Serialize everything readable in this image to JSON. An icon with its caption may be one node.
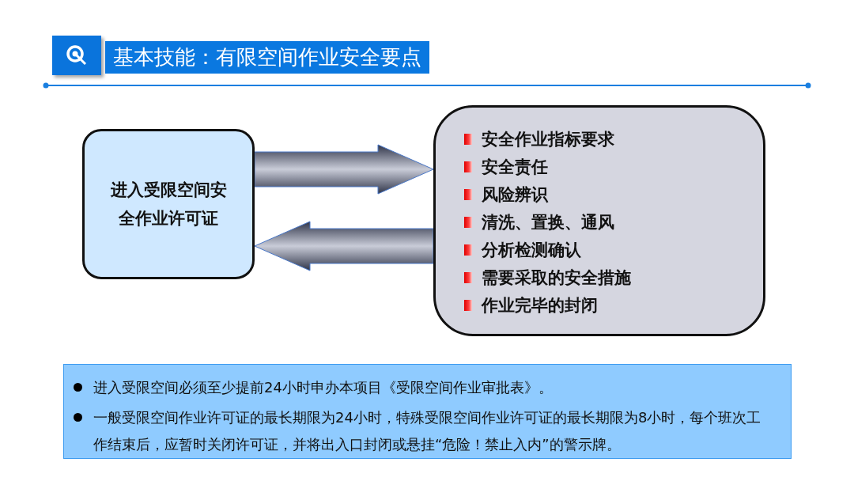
{
  "diagram": {
    "title": "基本技能：有限空间作业安全要点",
    "nodes": [
      {
        "text": [
          "进入受限空间安全作业许可证"
        ]
      },
      {
        "text": [
          "安全作业指标要求",
          "安全责任",
          "风险辨识",
          "清洗、置换、通风",
          "分析检测确认",
          "需要采取的安全措施",
          "作业完毕的封闭"
        ]
      },
      {
        "text": [
          "进入受限空间必须至少提前24小时申办本项目《受限空间作业审批表》。",
          "一般受限空间作业许可证的最长期限为24小时，特殊受限空间作业许可证的最长期限为8小时，每个班次工作结束后，应暂时关闭许可证，并将出入口封闭或悬挂“危险！禁止入内”的警示牌。"
        ]
      }
    ],
    "edges": [
      {
        "from": 0,
        "to": 1,
        "arrow": "to"
      },
      {
        "from": 1,
        "to": 0,
        "arrow": "to"
      }
    ]
  }
}
